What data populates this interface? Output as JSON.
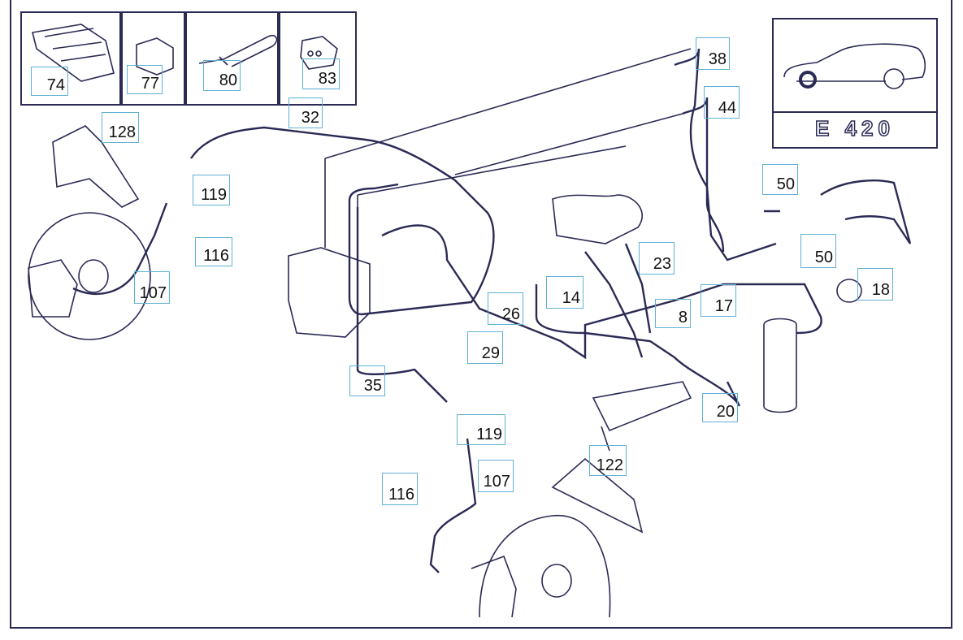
{
  "vehicle_badge": {
    "model": "E 420"
  },
  "kit_parts": [
    "74",
    "77",
    "80",
    "83"
  ],
  "callouts": {
    "c128": "128",
    "c32": "32",
    "c38": "38",
    "c44": "44",
    "c119a": "119",
    "c116a": "116",
    "c107a": "107",
    "c50a": "50",
    "c50b": "50",
    "c23": "23",
    "c18": "18",
    "c14": "14",
    "c8": "8",
    "c17": "17",
    "c26": "26",
    "c29": "29",
    "c35": "35",
    "c20": "20",
    "c119b": "119",
    "c107b": "107",
    "c116b": "116",
    "c122": "122"
  },
  "colors": {
    "line": "#2a2a55",
    "callout_border": "#5fb2d4"
  }
}
